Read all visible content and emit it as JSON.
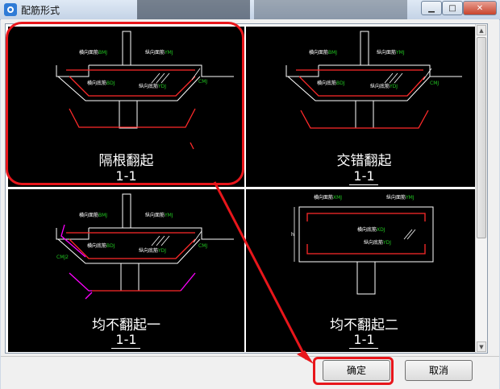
{
  "window": {
    "title": "配筋形式"
  },
  "options": [
    {
      "caption": "隔根翻起",
      "section": "1-1"
    },
    {
      "caption": "交错翻起",
      "section": "1-1"
    },
    {
      "caption": "均不翻起一",
      "section": "1-1"
    },
    {
      "caption": "均不翻起二",
      "section": "1-1"
    }
  ],
  "drawing_labels": {
    "transverse_top": "横向面筋",
    "transverse_top_code": "BMJ",
    "longitudinal_top": "纵向面筋",
    "longitudinal_top_code": "YMJ",
    "transverse_bottom": "横向底筋",
    "transverse_bottom_code": "BDJ",
    "longitudinal_bottom": "纵向底筋",
    "longitudinal_bottom_code": "YDJ",
    "transverse_bottom_code_alt": "XDJ",
    "transverse_top_code_alt": "XMJ",
    "mark_cmj": "CMJ",
    "mark_cmj2": "CMJ2",
    "mark_h": "h"
  },
  "buttons": {
    "ok": "确定",
    "cancel": "取消"
  },
  "colors": {
    "annotation": "#e8161b",
    "rebar_red": "#ff2a2a",
    "label_green": "#22c522",
    "magenta": "#ff00ff"
  }
}
